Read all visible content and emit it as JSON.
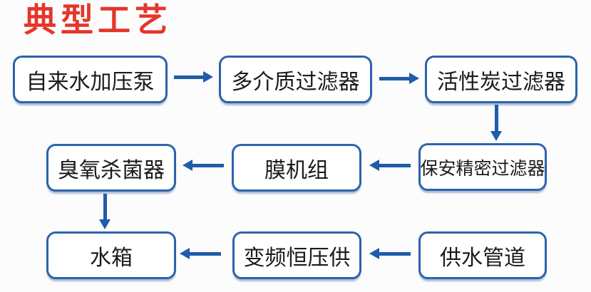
{
  "title": "典型工艺",
  "colors": {
    "title_red": "#e5362b",
    "box_border_blue": "#2b64ac",
    "arrow_blue": "#1f5ca9",
    "box_fill": "#ffffff",
    "text_black": "#1b1b1b",
    "background": "#fcfcfc"
  },
  "flow": {
    "nodes": [
      {
        "id": "tap-water-pressure-pump",
        "label": "自来水加压泵"
      },
      {
        "id": "multi-media-filter",
        "label": "多介质过滤器"
      },
      {
        "id": "activated-carbon-filter",
        "label": "活性炭过滤器"
      },
      {
        "id": "security-precision-filter",
        "label": "保安精密过滤器"
      },
      {
        "id": "membrane-unit",
        "label": "膜机组"
      },
      {
        "id": "ozone-sterilizer",
        "label": "臭氧杀菌器"
      },
      {
        "id": "water-tank",
        "label": "水箱"
      },
      {
        "id": "vfd-constant-pressure-supply",
        "label": "变频恒压供"
      },
      {
        "id": "water-supply-pipeline",
        "label": "供水管道"
      }
    ],
    "edges": [
      {
        "from": "自来水加压泵",
        "to": "多介质过滤器",
        "direction": "right"
      },
      {
        "from": "多介质过滤器",
        "to": "活性炭过滤器",
        "direction": "right"
      },
      {
        "from": "活性炭过滤器",
        "to": "保安精密过滤器",
        "direction": "down"
      },
      {
        "from": "保安精密过滤器",
        "to": "膜机组",
        "direction": "left"
      },
      {
        "from": "膜机组",
        "to": "臭氧杀菌器",
        "direction": "left"
      },
      {
        "from": "臭氧杀菌器",
        "to": "水箱",
        "direction": "down"
      },
      {
        "from": "供水管道",
        "to": "变频恒压供",
        "direction": "left"
      },
      {
        "from": "变频恒压供",
        "to": "水箱",
        "direction": "left"
      }
    ]
  }
}
